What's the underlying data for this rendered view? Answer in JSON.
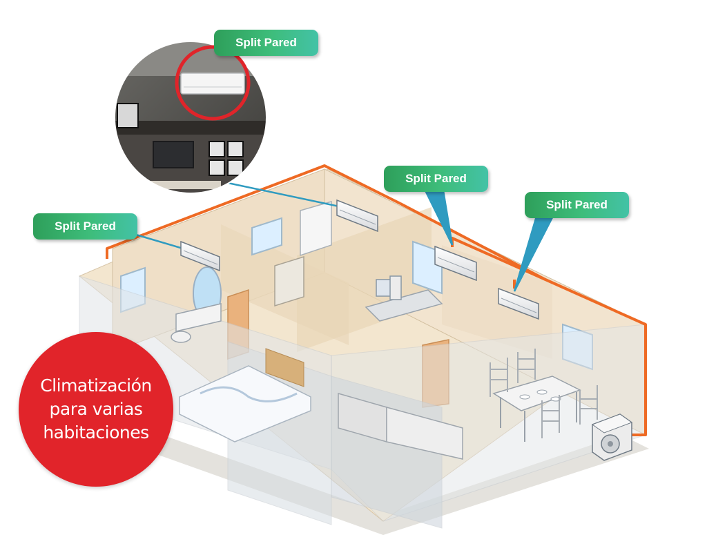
{
  "labels": {
    "photo_label": "Split Pared",
    "left_label": "Split Pared",
    "center_label": "Split Pared",
    "right_label": "Split Pared"
  },
  "badge": {
    "lines": [
      "Climatización",
      "para varias",
      "habitaciones"
    ]
  },
  "colors": {
    "pipe": "#ee6a24",
    "label_green": "#3bb56e",
    "badge_red": "#e1242a",
    "wall": "#f1e2cc",
    "glass": "#dfe4e8",
    "floor": "#f3e6cf"
  },
  "icons": {
    "indoor_unit": "wall-split-ac-icon",
    "outdoor_unit": "outdoor-condenser-icon"
  }
}
